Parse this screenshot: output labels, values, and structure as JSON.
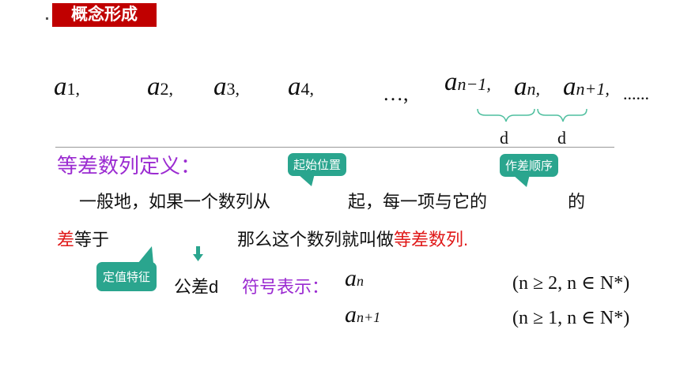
{
  "header": {
    "section_tag": "概念形成"
  },
  "sequence": [
    {
      "var": "a",
      "sub": "1,",
      "sub_italic": false
    },
    {
      "var": "a",
      "sub": "2,",
      "sub_italic": false
    },
    {
      "var": "a",
      "sub": "3,",
      "sub_italic": false
    },
    {
      "var": "a",
      "sub": "4,",
      "sub_italic": false
    },
    {
      "ellipsis": "…,"
    },
    {
      "var": "a",
      "sub": "n−1,",
      "sub_italic": true
    },
    {
      "var": "a",
      "sub": "n,",
      "sub_italic": true
    },
    {
      "var": "a",
      "sub": "n+1,",
      "sub_italic": true
    },
    {
      "ellipsis": "......"
    }
  ],
  "difference_labels": [
    "d",
    "d"
  ],
  "definition": {
    "title": "等差数列定义：",
    "line1_a": "一般地，如果一个数列从",
    "line1_b": "起，每一项与它的",
    "line1_c": "的",
    "line2_red": "差",
    "line2_a": "等于",
    "line2_b": "那么这个数列就叫做",
    "line2_term": "等差数列.",
    "common_diff_label": "公差d",
    "notation_label": "符号表示：",
    "notation": {
      "row1": {
        "var": "a",
        "sub": "n",
        "condition": "(n ≥ 2, n ∈ N*)"
      },
      "row2": {
        "var": "a",
        "sub": "n+1",
        "condition": "(n ≥ 1, n ∈ N*)"
      }
    }
  },
  "callouts": {
    "start_position": "起始位置",
    "difference_order": "作差顺序",
    "constant_feature": "定值特征"
  },
  "colors": {
    "tag_bg": "#c00000",
    "callout_bg": "#2aa58e",
    "title_purple": "#9b2bd1",
    "emphasis_red": "#e01919",
    "brace_green": "#4fbf9f"
  }
}
